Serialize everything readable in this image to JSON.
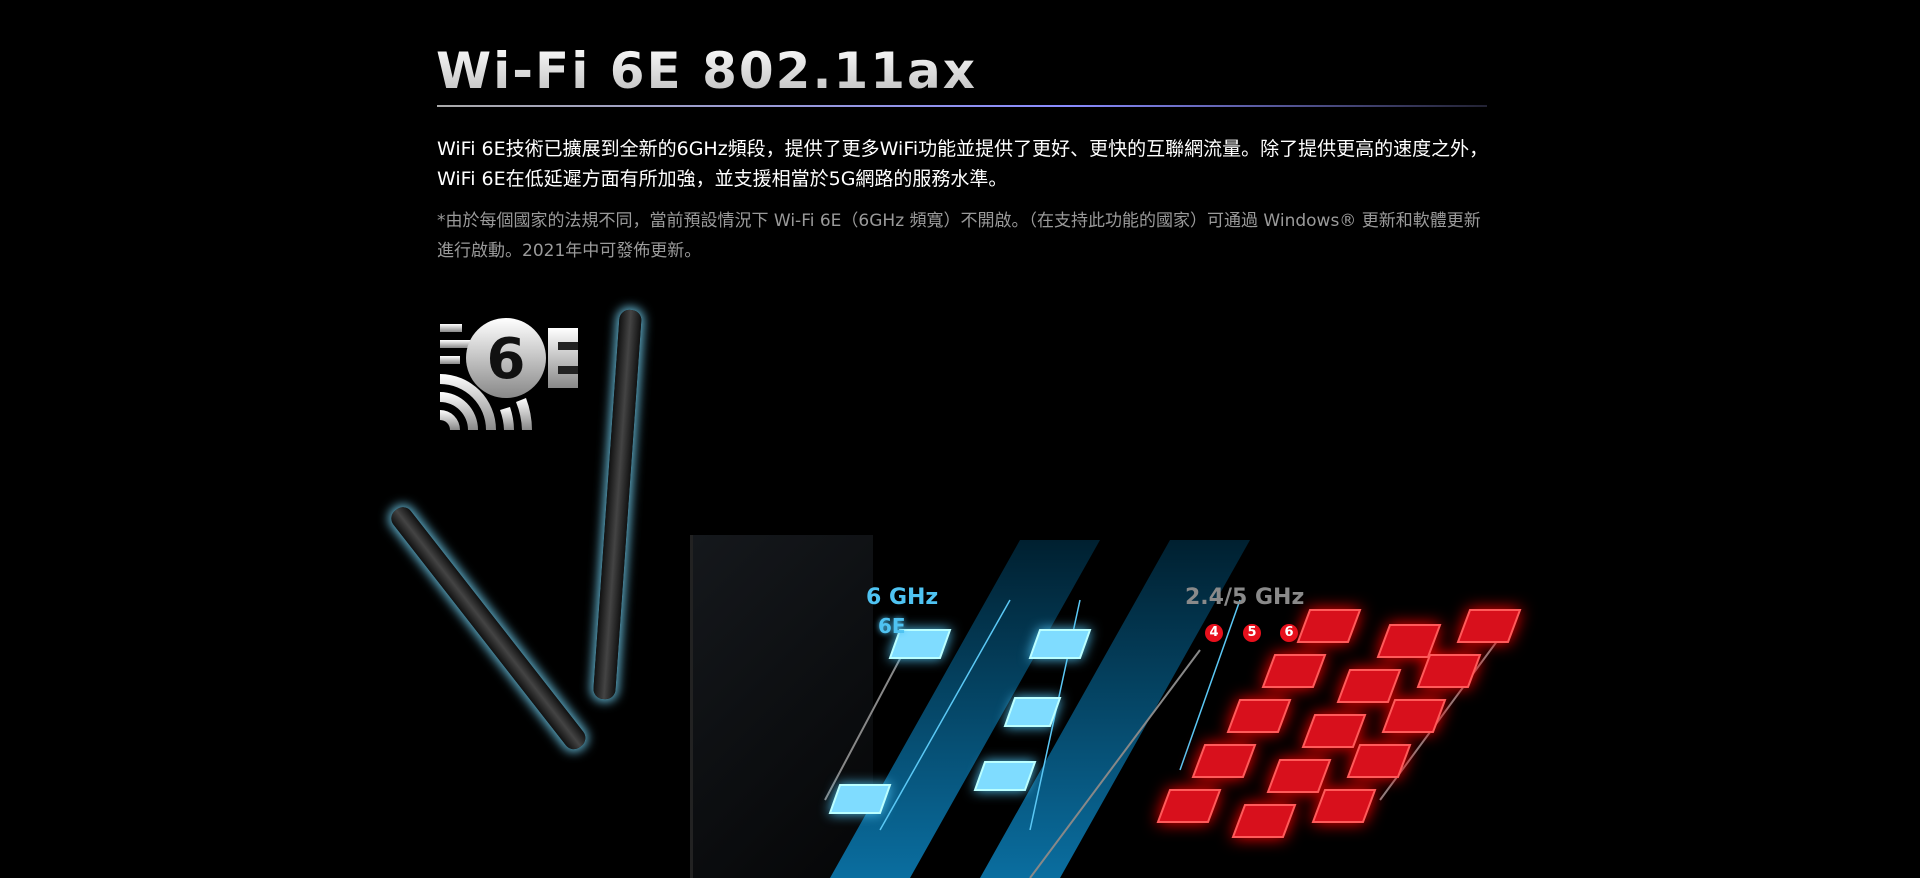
{
  "header": {
    "title": "Wi-Fi 6E 802.11ax"
  },
  "description": "WiFi 6E技術已擴展到全新的6GHz頻段，提供了更多WiFi功能並提供了更好、更快的互聯網流量。除了提供更高的速度之外，WiFi 6E在低延遲方面有所加強，並支援相當於5G網路的服務水準。",
  "note": "*由於每個國家的法規不同，當前預設情況下 Wi-Fi 6E（6GHz 頻寬）不開啟。（在支持此功能的國家）可通過 Windows® 更新和軟體更新進行啟動。2021年中可發佈更新。",
  "logo": {
    "text": "6E",
    "icon": "wifi-6e-logo"
  },
  "diagram": {
    "band_6ghz_label": "6 GHz",
    "band_legacy_label": "2.4/5 GHz",
    "legacy_icons": [
      "4",
      "5",
      "6"
    ],
    "colors": {
      "band_6ghz": "#4fc3f2",
      "legacy": "#e8101c",
      "legacy_label": "#8a8a8a"
    }
  }
}
